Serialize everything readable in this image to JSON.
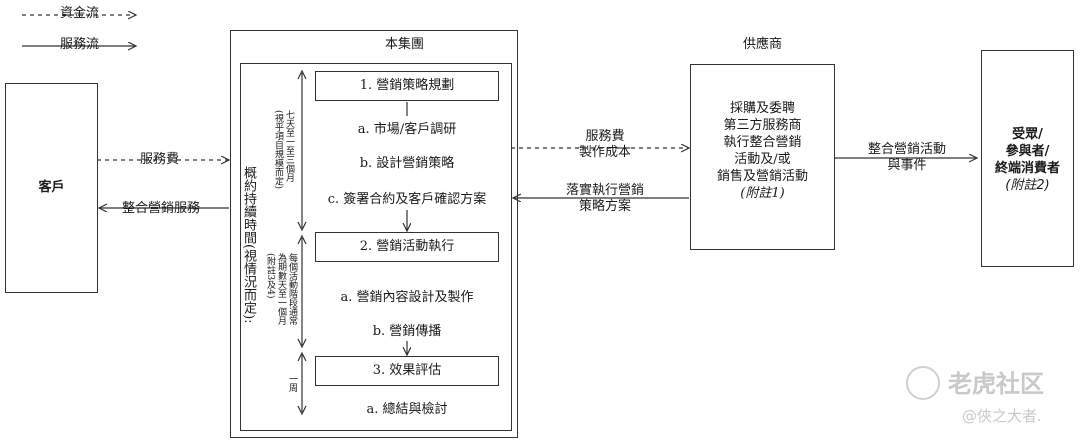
{
  "legend": {
    "fund_flow": "資金流",
    "service_flow": "服務流"
  },
  "customer": {
    "label": "客戶"
  },
  "customer_flows": {
    "service_fee": "服務費",
    "integrated_service": "整合營銷服務"
  },
  "group": {
    "title": "本集團",
    "duration_label": "概約持續時間(視情況而定):",
    "durations": [
      [
        "七天至一至三個月",
        "(視乎項目規模而定)"
      ],
      [
        "每個活動階段通常",
        "為期數天至一個月",
        "(附註3及4)"
      ],
      [
        "一周"
      ]
    ],
    "steps": [
      {
        "title": "1. 營銷策略規劃",
        "subs": [
          "a. 市場/客戶調研",
          "b. 設計營銷策略",
          "c. 簽署合約及客戶確認方案"
        ]
      },
      {
        "title": "2. 營銷活動執行",
        "subs": [
          "a. 營銷內容設計及製作",
          "b. 營銷傳播"
        ]
      },
      {
        "title": "3. 效果評估",
        "subs": [
          "a. 總結與檢討"
        ]
      }
    ]
  },
  "middle_flows": {
    "fees": [
      "服務費",
      "製作成本"
    ],
    "implement": [
      "落實執行營銷",
      "策略方案"
    ]
  },
  "supplier": {
    "title": "供應商",
    "lines": [
      "採購及委聘",
      "第三方服務商",
      "執行整合營銷",
      "活動及/或",
      "銷售及營銷活動"
    ],
    "note": "(附註1)"
  },
  "right_flow": [
    "整合營銷活動",
    "與事件"
  ],
  "recipients": {
    "lines": [
      "受眾/",
      "參與者/",
      "終端消費者"
    ],
    "note": "(附註2)"
  },
  "watermark": {
    "brand": "老虎社区",
    "user": "@俠之大者."
  }
}
